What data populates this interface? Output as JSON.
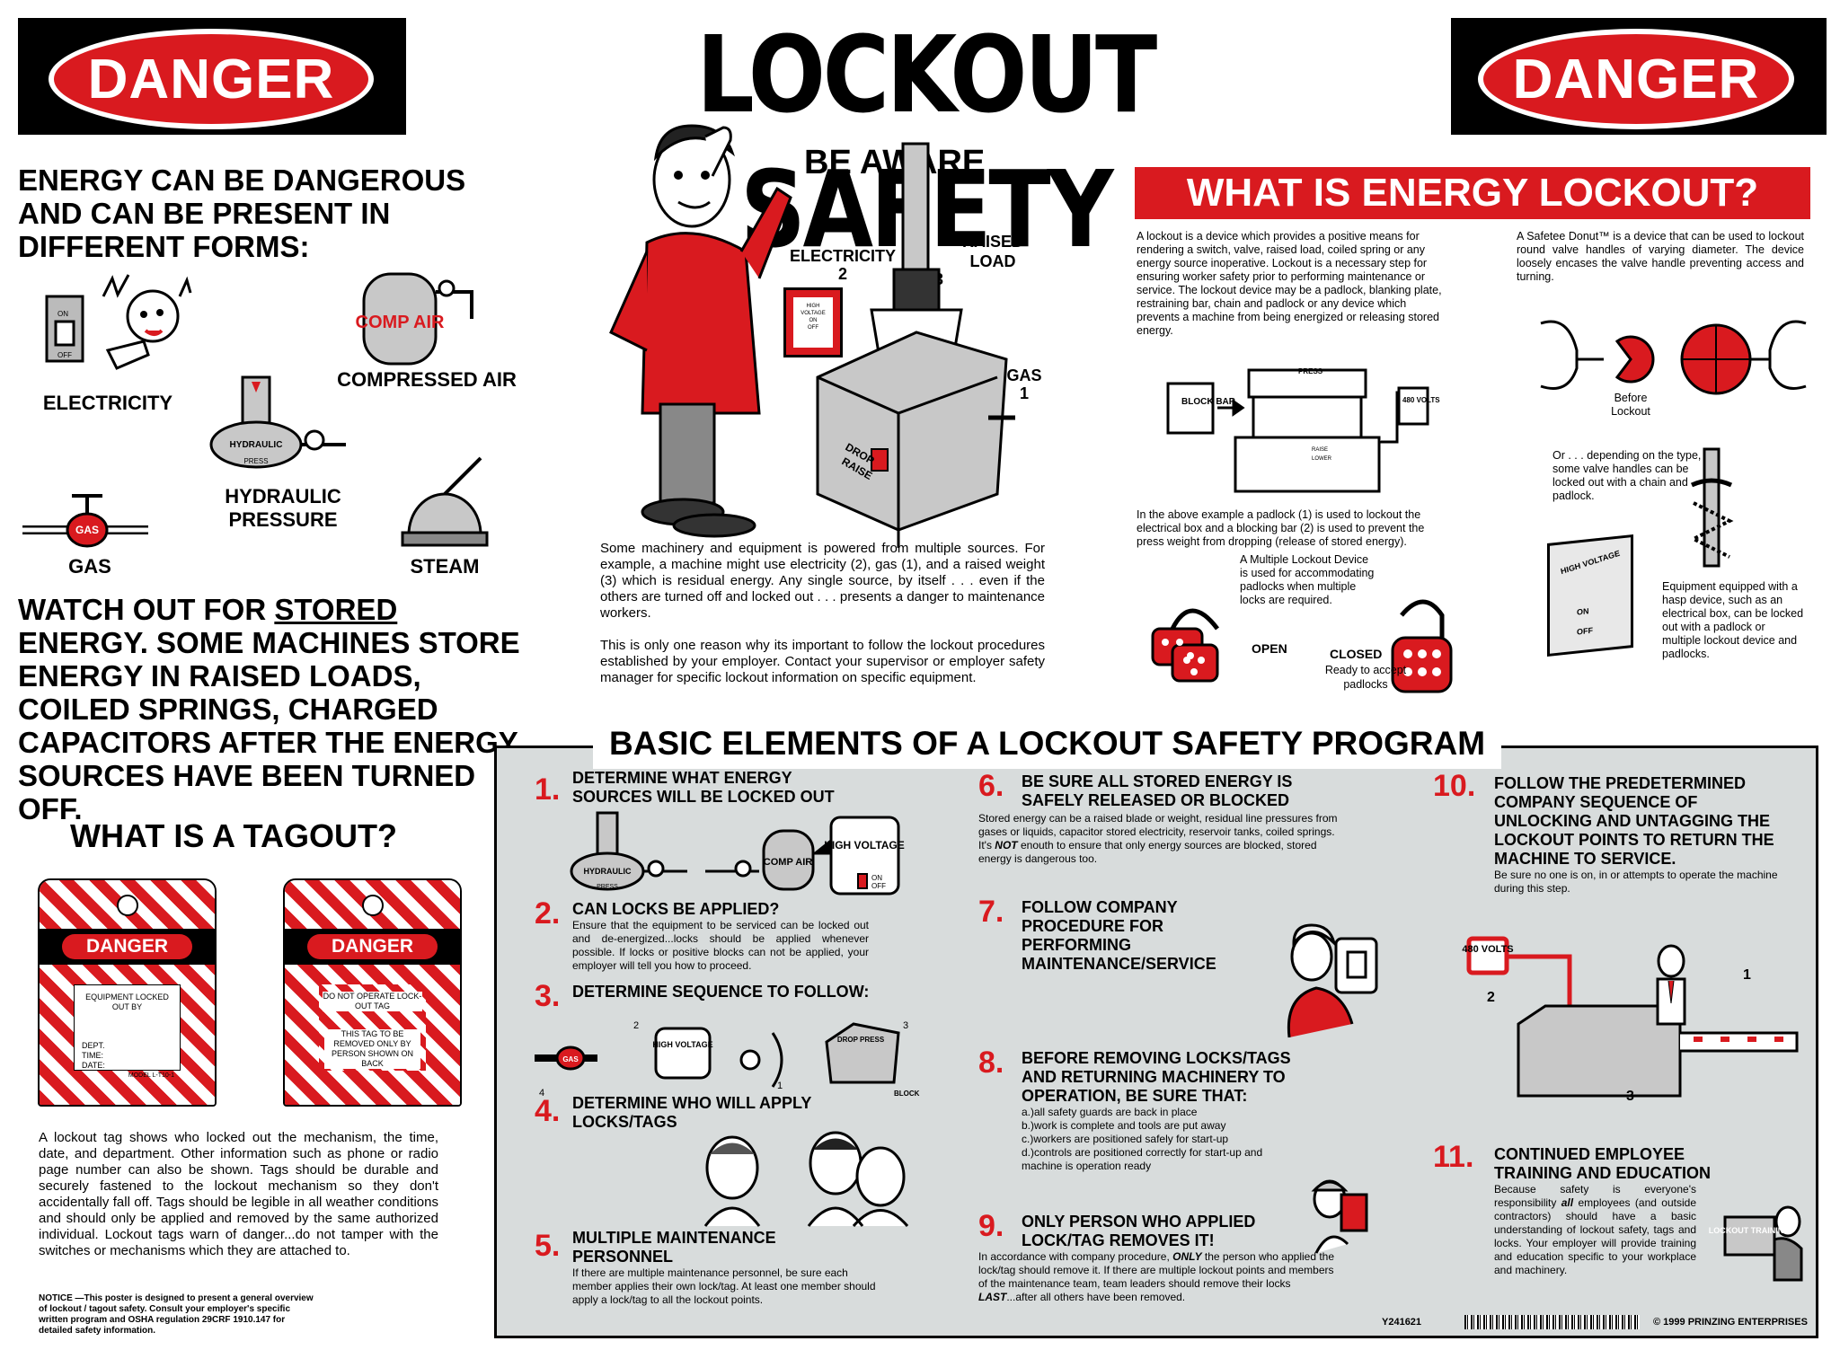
{
  "header": {
    "danger_left": "DANGER",
    "title": "LOCKOUT SAFETY",
    "danger_right": "DANGER"
  },
  "left": {
    "energy_heading": "ENERGY CAN BE DANGEROUS AND CAN BE PRESENT IN DIFFERENT FORMS:",
    "forms": {
      "electricity": "ELECTRICITY",
      "compressed_air": "COMPRESSED AIR",
      "comp_air_tank": "COMP AIR",
      "hydraulic_pressure": "HYDRAULIC PRESSURE",
      "hydraulic_tank": "HYDRAULIC",
      "press": "PRESS",
      "gas": "GAS",
      "gas_tank": "GAS",
      "steam": "STEAM",
      "switch_on": "ON",
      "switch_off": "OFF"
    },
    "watch_out_pre": "WATCH OUT FOR ",
    "watch_out_stored": "STORED",
    "watch_out_post": " ENERGY. SOME MACHINES STORE ENERGY IN RAISED LOADS, COILED SPRINGS, CHARGED CAPACITORS AFTER THE ENERGY SOURCES HAVE BEEN TURNED OFF.",
    "tagout_heading": "WHAT IS A TAGOUT?",
    "tag1": {
      "danger": "DANGER",
      "line1": "EQUIPMENT LOCKED OUT BY",
      "dept": "DEPT.",
      "time": "TIME:",
      "date": "DATE:",
      "model": "MODEL L-T10-1"
    },
    "tag2": {
      "danger": "DANGER",
      "line1": "DO NOT OPERATE LOCK-OUT TAG",
      "line2": "THIS TAG TO BE REMOVED ONLY BY PERSON SHOWN ON BACK"
    },
    "tagout_text": "A lockout tag shows who locked out the mechanism, the time, date, and department. Other information such as phone or radio page number can also be shown. Tags should be durable and securely fastened to the lockout mechanism so they don't accidentally fall off. Tags should be legible in all weather conditions and should only be applied and removed by the same authorized individual. Lockout tags warn of danger...do not tamper with the switches or mechanisms which they are attached to.",
    "notice": "NOTICE —This poster is designed to present a general overview of lockout / tagout safety. Consult your employer's specific written program and OSHA regulation 29CRF 1910.147 for detailed safety information."
  },
  "middle": {
    "be_aware": "BE AWARE",
    "electricity_label": "ELECTRICITY",
    "electricity_num": "2",
    "raised_load_label": "RAISED LOAD",
    "raised_load_num": "3",
    "gas_label": "GAS",
    "gas_num": "1",
    "panel_text": "HIGH VOLTAGE",
    "panel_on": "ON",
    "panel_off": "OFF",
    "box_drop": "DROP",
    "box_raise": "RAISE",
    "para1": "Some machinery and equipment is powered from multiple sources. For example, a machine might use electricity (2), gas (1), and a raised weight (3) which is residual energy. Any single source, by itself . . . even if the others are turned off and locked out . . . presents a danger to maintenance workers.",
    "para2": "This is only one reason why its important to follow the lockout procedures established by your employer. Contact your supervisor or employer safety manager for specific lockout information on specific equipment."
  },
  "right": {
    "heading": "WHAT IS ENERGY LOCKOUT?",
    "col1_text": "A lockout is a device which provides a positive means for rendering a switch, valve, raised load, coiled spring or any energy source inoperative. Lockout is a necessary step for ensuring worker safety prior to performing maintenance or service. The lockout device may be a padlock, blanking plate, restraining bar, chain and padlock or any device which prevents a machine from being energized or releasing stored energy.",
    "block_bar": "BLOCK BAR",
    "press_label": "PRESS",
    "raise": "RAISE",
    "lower": "LOWER",
    "volt_label": "480 VOLTS",
    "padlock_text": "In the above example a padlock (1) is used to lockout the electrical box and a blocking bar (2) is used to prevent the press weight from dropping (release of stored energy).",
    "multi_text": "A Multiple Lockout Device is used for accommodating padlocks when multiple locks are required.",
    "open": "OPEN",
    "closed": "CLOSED",
    "closed_sub": "Ready to accept padlocks",
    "col2_text": "A Safetee Donut™ is a device that can be used to lockout round valve handles of varying diameter. The device loosely encases the valve handle preventing access and turning.",
    "before_lockout": "Before Lockout",
    "chain_text": "Or . . . depending on the type, some valve handles can be locked out with a chain and padlock.",
    "hasp_text": "Equipment equipped with a hasp device, such as an electrical box, can be locked out with a padlock or multiple lockout device and padlocks.",
    "hv_box": "HIGH VOLTAGE",
    "hv_on": "ON",
    "hv_off": "OFF"
  },
  "elements": {
    "heading": "BASIC ELEMENTS OF A LOCKOUT SAFETY PROGRAM",
    "items": [
      {
        "num": "1.",
        "title": "DETERMINE WHAT ENERGY SOURCES WILL BE LOCKED OUT",
        "body": ""
      },
      {
        "num": "2.",
        "title": "CAN LOCKS BE APPLIED?",
        "body": "Ensure that the equipment to be serviced can be locked out and de-energized...locks should be applied whenever possible. If locks or positive blocks can not be applied, your employer will tell you how to proceed."
      },
      {
        "num": "3.",
        "title": "DETERMINE SEQUENCE TO FOLLOW:",
        "body": ""
      },
      {
        "num": "4.",
        "title": "DETERMINE WHO WILL APPLY LOCKS/TAGS",
        "body": ""
      },
      {
        "num": "5.",
        "title": "MULTIPLE MAINTENANCE PERSONNEL",
        "body": "If there are multiple maintenance personnel, be sure each member applies their own lock/tag. At least one member should apply a lock/tag to all the lockout points."
      },
      {
        "num": "6.",
        "title": "BE SURE ALL STORED ENERGY IS SAFELY RELEASED OR BLOCKED",
        "body_pre": "Stored energy can be a raised blade or weight, residual line pressures from gases or liquids, capacitor stored electricity, reservoir tanks, coiled springs. It's ",
        "body_em": "NOT",
        "body_post": " enouth to ensure that only energy sources are blocked, stored energy is dangerous too."
      },
      {
        "num": "7.",
        "title": "FOLLOW COMPANY PROCEDURE FOR PERFORMING MAINTENANCE/SERVICE",
        "body": ""
      },
      {
        "num": "8.",
        "title": "BEFORE REMOVING LOCKS/TAGS AND RETURNING MACHINERY TO OPERATION, BE SURE THAT:",
        "list": [
          "a.)all safety guards are back in place",
          "b.)work is complete and tools are put away",
          "c.)workers are positioned safely for start-up",
          "d.)controls are positioned correctly for start-up and machine is operation ready"
        ]
      },
      {
        "num": "9.",
        "title": "ONLY PERSON WHO APPLIED LOCK/TAG REMOVES IT!",
        "body_pre": "In accordance with company procedure, ",
        "body_em": "ONLY",
        "body_mid": " the person who applied the lock/tag should remove it. If there are multiple lockout points and members of the maintenance team, team leaders should remove their locks ",
        "body_em2": "LAST",
        "body_post": "...after all others have been removed."
      },
      {
        "num": "10.",
        "title": "FOLLOW THE PREDETERMINED COMPANY SEQUENCE OF UNLOCKING AND UNTAGGING THE LOCKOUT POINTS TO RETURN THE MACHINE TO SERVICE.",
        "body": "Be sure no one is on, in or attempts to operate the machine during this step."
      },
      {
        "num": "11.",
        "title": "CONTINUED EMPLOYEE TRAINING AND EDUCATION",
        "body_pre": "Because safety is everyone's responsibility ",
        "body_em": "all",
        "body_post": " employees (and outside contractors) should have a basic understanding of lockout safety, tags and locks. Your employer will provide training and education specific to your workplace and machinery."
      }
    ],
    "illus": {
      "hydraulic": "HYDRAULIC",
      "press": "PRESS",
      "comp_air": "COMP AIR",
      "high_voltage": "HIGH VOLTAGE",
      "on": "ON",
      "off": "OFF",
      "drop_press": "DROP PRESS",
      "block": "BLOCK",
      "gas": "GAS",
      "seq_nums": [
        "2",
        "3",
        "4",
        "1"
      ],
      "volts480": "480 VOLTS",
      "num1": "1",
      "num2": "2",
      "num3": "3",
      "lockout_training": "LOCKOUT TRAINING"
    },
    "code": "Y241621",
    "copyright": "© 1999 PRINZING ENTERPRISES"
  }
}
